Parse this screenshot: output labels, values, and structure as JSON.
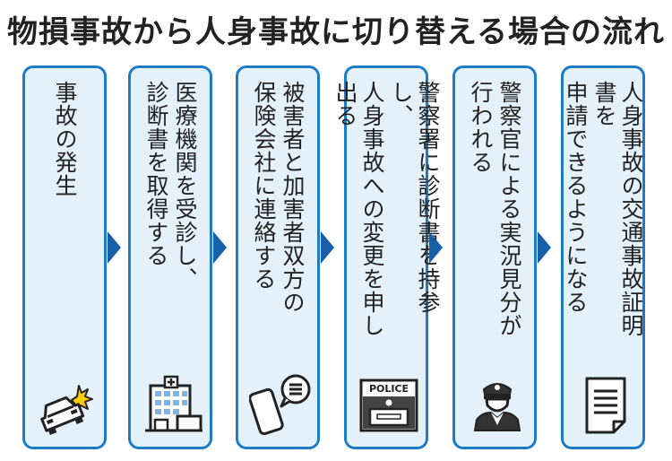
{
  "title": "物損事故から人身事故に切り替える場合の流れ",
  "steps": [
    {
      "lines": [
        "事故の発生"
      ],
      "icon": "car-crash-icon"
    },
    {
      "lines": [
        "医療機関を受診し、",
        "診断書を取得する"
      ],
      "icon": "hospital-icon"
    },
    {
      "lines": [
        "被害者と加害者双方の",
        "保険会社に連絡する"
      ],
      "icon": "smartphone-chat-icon"
    },
    {
      "lines": [
        "警察署に診断書を持参し、",
        "人身事故への変更を申し出る"
      ],
      "icon": "police-station-icon"
    },
    {
      "lines": [
        "警察官による実況見分が",
        "行われる"
      ],
      "icon": "police-officer-icon"
    },
    {
      "lines": [
        "人身事故の交通事故証明書を",
        "申請できるようになる"
      ],
      "icon": "document-icon"
    }
  ],
  "police_sign": "POLICE",
  "colors": {
    "accent": "#1e7cc6",
    "box_fill": "#e4f1fb",
    "arrow": "#1760a8",
    "text": "#222222"
  }
}
